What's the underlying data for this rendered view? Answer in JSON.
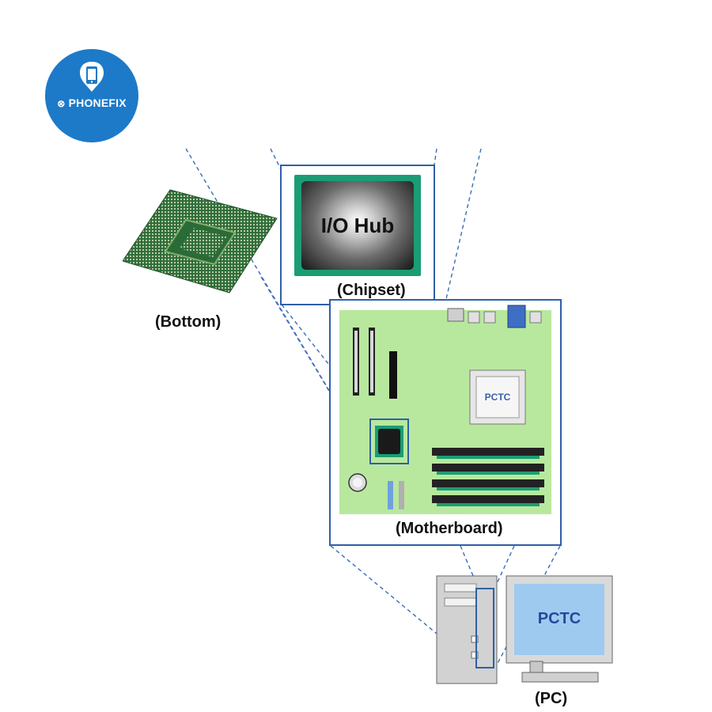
{
  "logo": {
    "brand": "PHONEFIX",
    "icon": "phone-repair-logo-icon",
    "color": "#1d7ac8"
  },
  "labels": {
    "io_hub": "I/O Hub",
    "chipset": "(Chipset)",
    "bottom": "(Bottom)",
    "motherboard": "(Motherboard)",
    "pc": "(PC)"
  },
  "motherboard": {
    "cpu_logo": "PCTC"
  },
  "monitor": {
    "screen_logo": "PCTC"
  },
  "colors": {
    "frame_blue": "#2f5fa8",
    "dashed_line": "#3c6cb8",
    "chip_green": "#1a9d74",
    "board_green": "#b8e89e"
  }
}
